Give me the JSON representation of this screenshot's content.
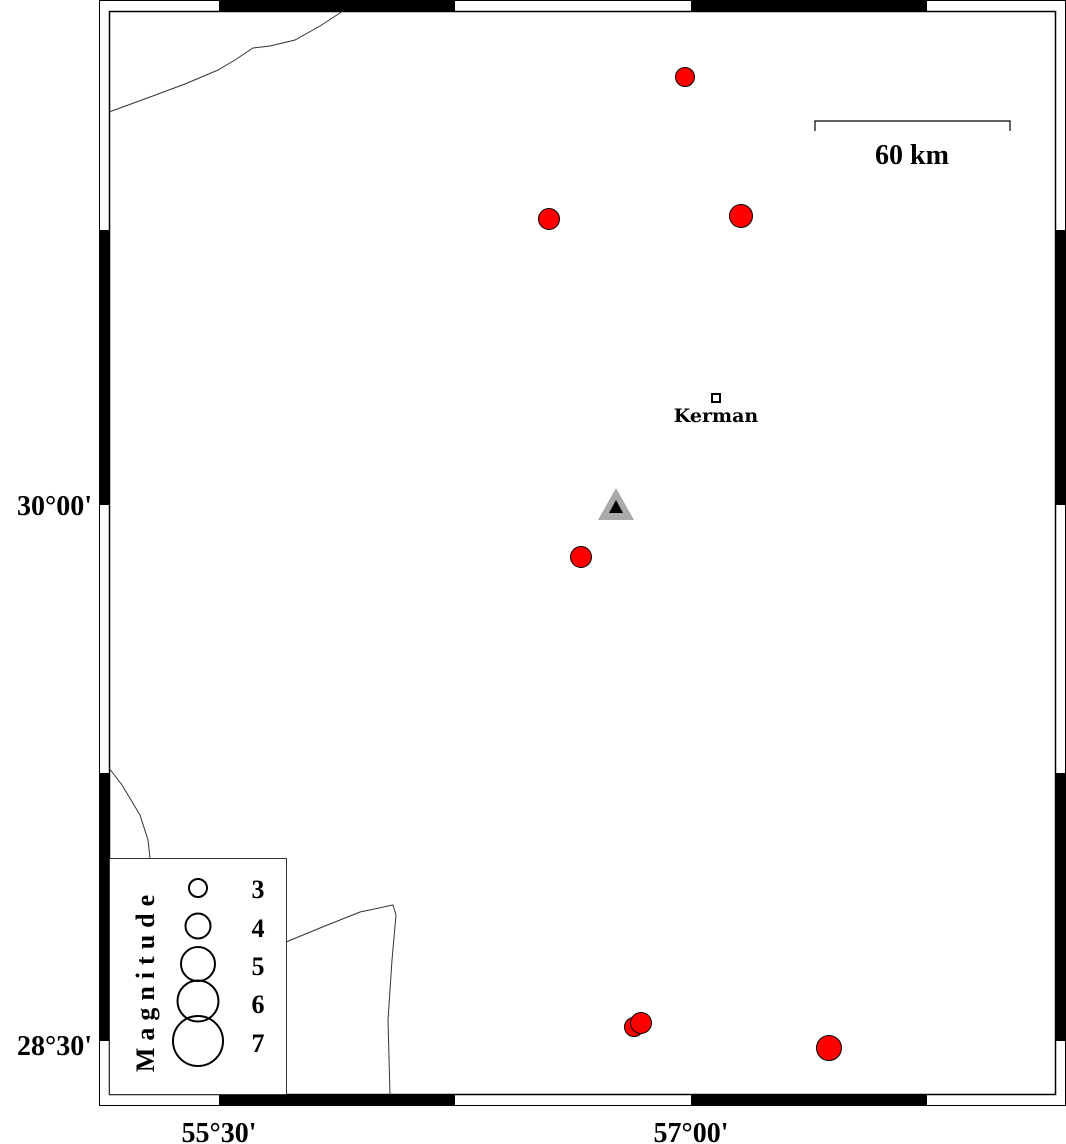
{
  "map": {
    "lon_labels": [
      "55°30'",
      "57°00'"
    ],
    "lat_labels": [
      "30°00'",
      "28°30'"
    ],
    "scale_bar": {
      "label": "60 km",
      "distance_km": 60
    },
    "city": {
      "name": "Kerman"
    },
    "station": {
      "symbol": "triangle"
    },
    "events_color": "#ff0000",
    "events": [
      {
        "magnitude": 3.5
      },
      {
        "magnitude": 3.8
      },
      {
        "magnitude": 4.0
      },
      {
        "magnitude": 3.8
      },
      {
        "magnitude": 3.5
      },
      {
        "magnitude": 3.8
      },
      {
        "magnitude": 4.3
      }
    ],
    "legend": {
      "title": "Magnitude",
      "items": [
        {
          "label": "3"
        },
        {
          "label": "4"
        },
        {
          "label": "5"
        },
        {
          "label": "6"
        },
        {
          "label": "7"
        }
      ]
    }
  }
}
